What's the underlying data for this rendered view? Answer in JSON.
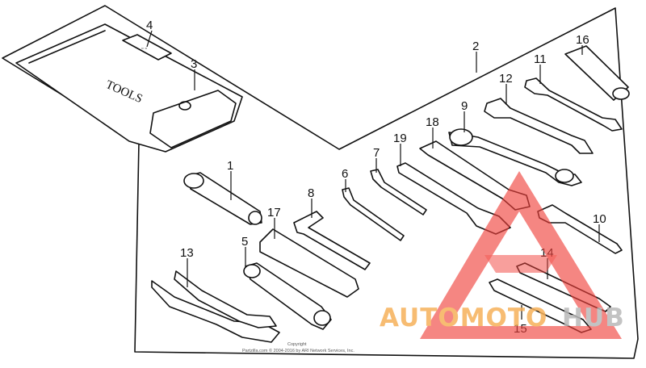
{
  "diagram": {
    "part_callouts": [
      "1",
      "2",
      "3",
      "4",
      "5",
      "6",
      "7",
      "8",
      "9",
      "10",
      "11",
      "12",
      "13",
      "14",
      "15",
      "16",
      "17",
      "18",
      "19"
    ],
    "copyright_line1": "Copyright",
    "copyright_line2": "Partzilla.com © 2004-2016 by ARI Network Services, Inc.",
    "pouch_print": "TOOLS"
  },
  "watermark": {
    "text_orange": "AUTOMOTO",
    "text_gray": "HUB",
    "colors": {
      "orange": "#f6b15a",
      "gray": "#b9b9b9",
      "triangle": "#f0423c"
    }
  }
}
